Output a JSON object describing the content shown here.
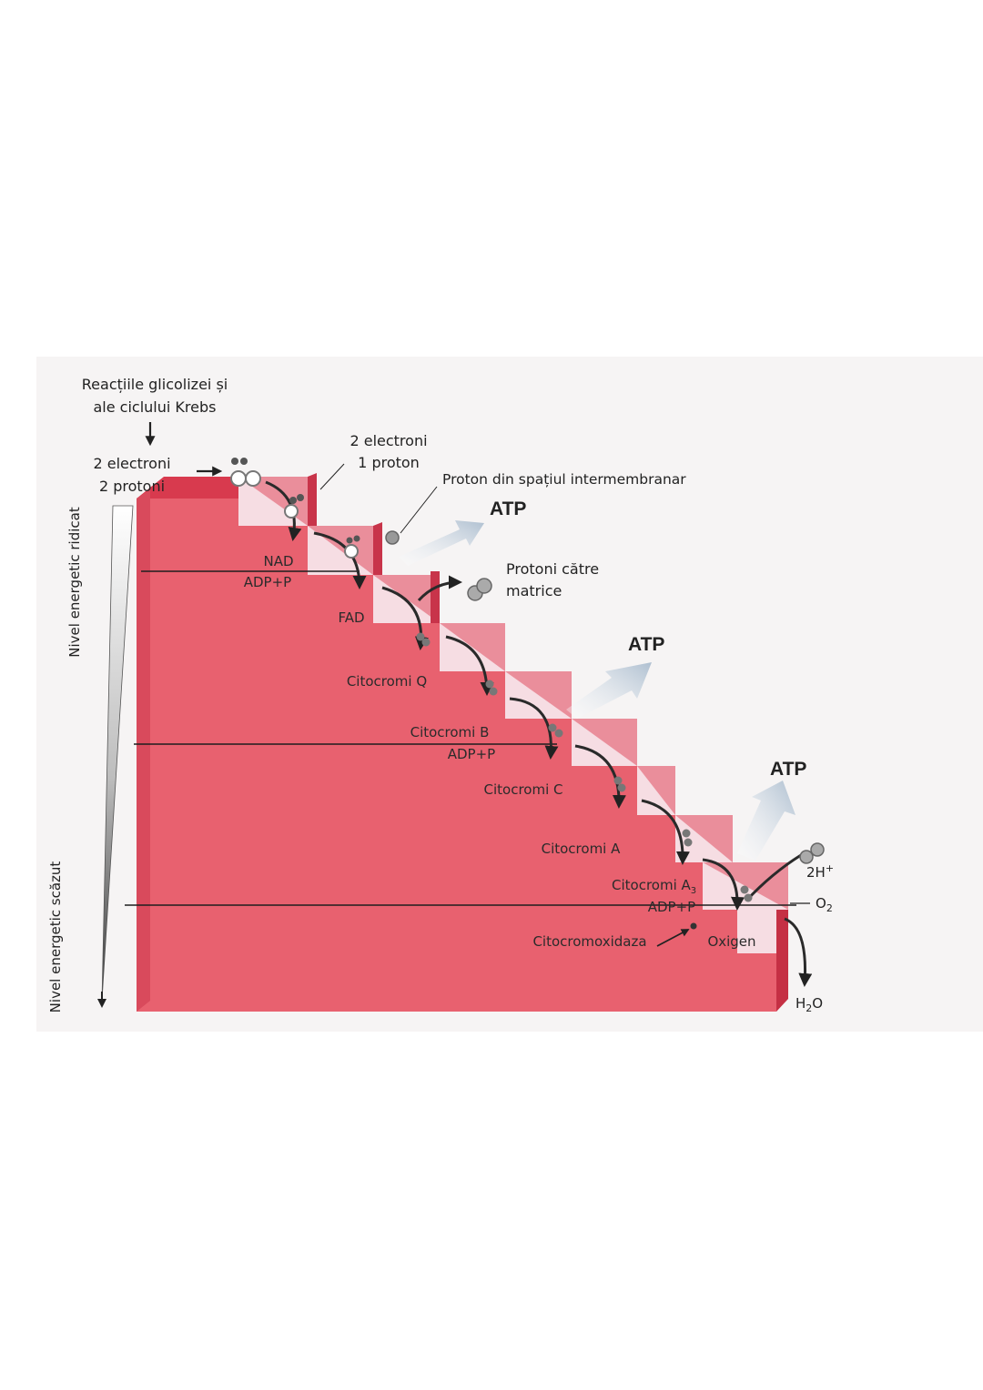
{
  "source": {
    "line1": "Reacțiile glicolizei și",
    "line2": "ale ciclului Krebs"
  },
  "input": {
    "line1": "2 electroni",
    "line2": "2 protoni"
  },
  "second_input": {
    "line1": "2 electroni",
    "line2": "1 proton"
  },
  "intermembrane_proton": "Proton din spațiul intermembranar",
  "matrix_protons": {
    "line1": "Protoni către",
    "line2": "matrice"
  },
  "atp_label": "ATP",
  "axis": {
    "high": "Nivel energetic ridicat",
    "low": "Nivel energetic scăzut"
  },
  "steps": {
    "nad": "NAD",
    "adp1": "ADP+P",
    "fad": "FAD",
    "citQ": "Citocromi Q",
    "citB": "Citocromi B",
    "adp2": "ADP+P",
    "citC": "Citocromi C",
    "citA": "Citocromi A",
    "citA3": "Citocromi A",
    "citA3_sub": "3",
    "adp3": "ADP+P",
    "oxidase": "Citocromoxidaza",
    "oxygen": "Oxigen"
  },
  "outputs": {
    "h_plus": "2H",
    "h_plus_sup": "+",
    "o2": "O",
    "o2_sub": "2",
    "h2o_a": "H",
    "h2o_sub": "2",
    "h2o_b": "O"
  },
  "colors": {
    "step_front": "#e85a6c",
    "step_top": "#d9384e",
    "riser_light": "#f6dde3",
    "panel_shadow": "#f2f2f2",
    "arrow_atp": "#cfd9e4"
  }
}
